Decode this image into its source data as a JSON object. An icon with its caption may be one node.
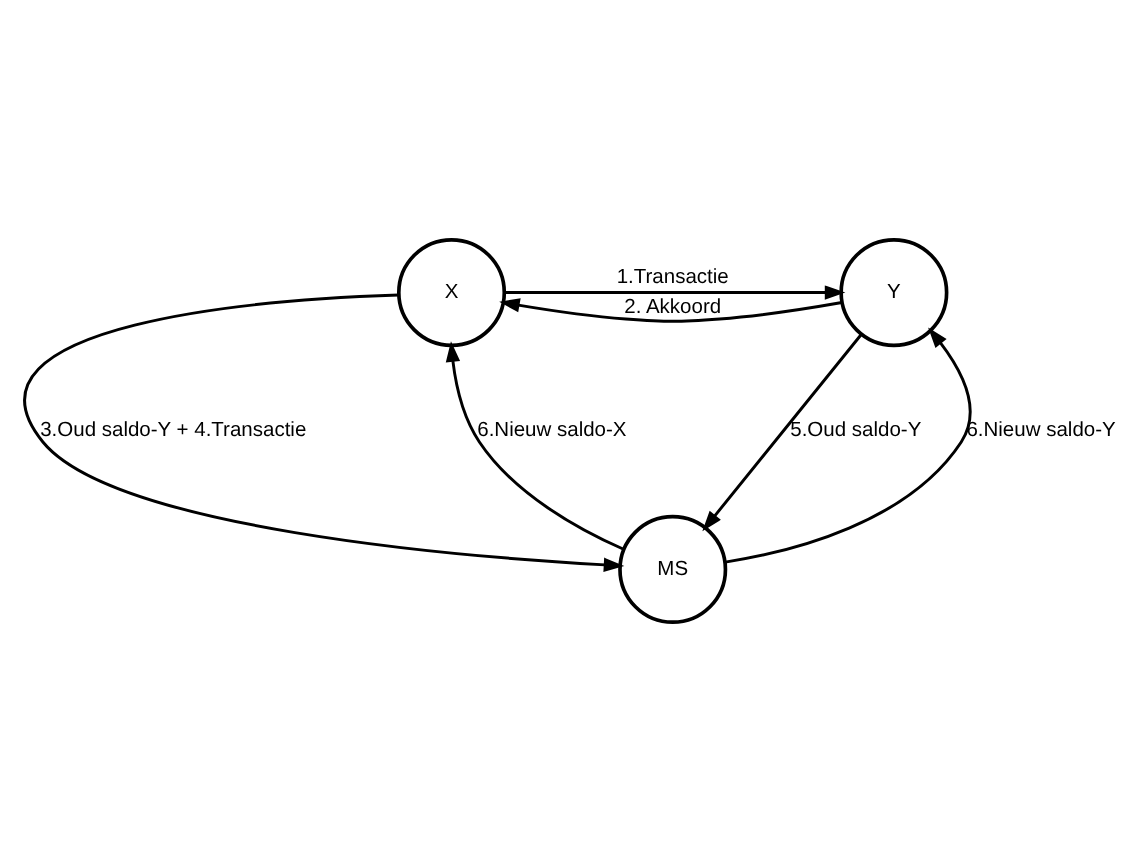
{
  "diagram": {
    "nodes": [
      {
        "text": [
          "X"
        ]
      },
      {
        "text": [
          "Y"
        ]
      },
      {
        "text": [
          "MS"
        ]
      }
    ],
    "edges": [
      {
        "from": 0,
        "to": 1,
        "arrow": "to",
        "label": "1.Transactie"
      },
      {
        "from": 1,
        "to": 0,
        "arrow": "to",
        "label": "2. Akkoord"
      },
      {
        "from": 0,
        "to": 2,
        "arrow": "to",
        "label": "3.Oud saldo-Y + 4.Transactie"
      },
      {
        "from": 2,
        "to": 0,
        "arrow": "to",
        "label": "6.Nieuw saldo-X"
      },
      {
        "from": 1,
        "to": 2,
        "arrow": "to",
        "label": "5.Oud saldo-Y"
      },
      {
        "from": 2,
        "to": 1,
        "arrow": "to",
        "label": "6.Nieuw saldo-Y"
      }
    ]
  }
}
